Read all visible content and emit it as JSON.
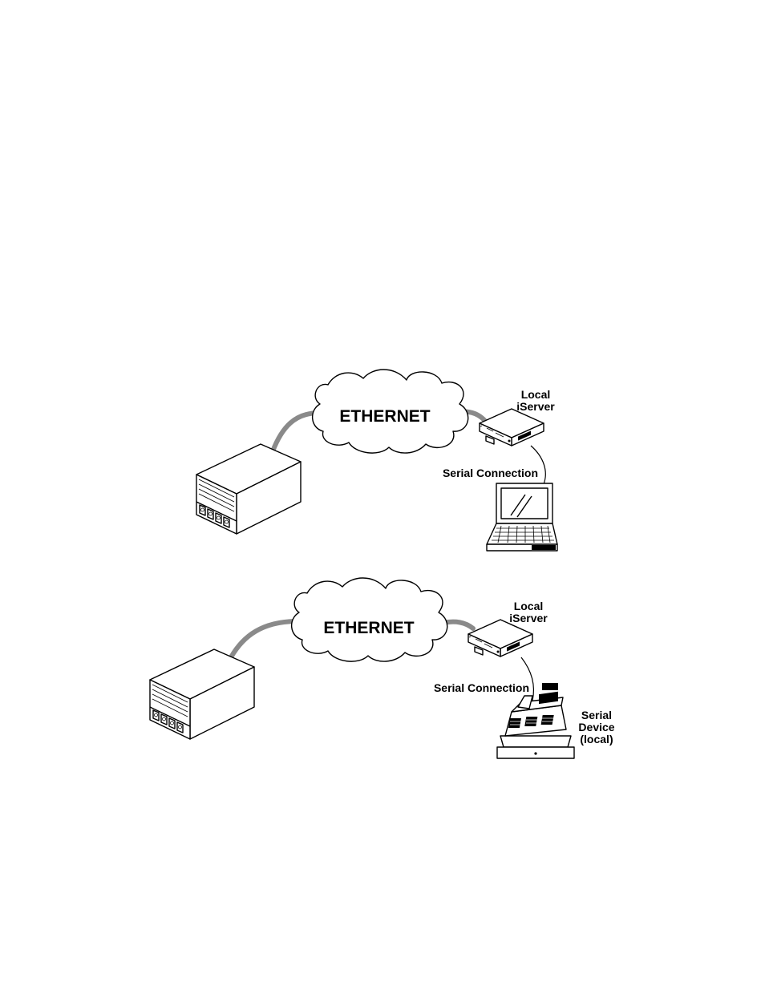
{
  "diagram_top": {
    "network_label": "ETHERNET",
    "iserver_label": [
      "Local",
      "iServer"
    ],
    "serial_label": "Serial Connection"
  },
  "diagram_bottom": {
    "network_label": "ETHERNET",
    "iserver_label": [
      "Local",
      "iServer"
    ],
    "serial_label": "Serial Connection",
    "device_label": [
      "Serial",
      "Device",
      "(local)"
    ]
  }
}
